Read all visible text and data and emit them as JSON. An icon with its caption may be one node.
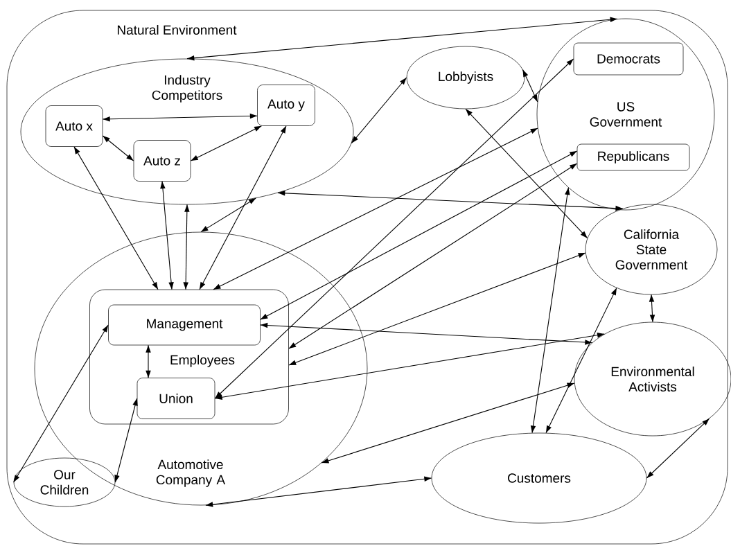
{
  "diagram": {
    "nodes": [
      {
        "text": [
          "Natural Environment"
        ]
      },
      {
        "text": [
          "Industry Competitors"
        ],
        "in": 0
      },
      {
        "text": [
          "Auto x"
        ],
        "in": 1
      },
      {
        "text": [
          "Auto y"
        ],
        "in": 1
      },
      {
        "text": [
          "Auto z"
        ],
        "in": 1
      },
      {
        "text": [
          "Lobbyists"
        ],
        "in": 0
      },
      {
        "text": [
          "US Government"
        ],
        "in": 0
      },
      {
        "text": [
          "Democrats"
        ],
        "in": 6
      },
      {
        "text": [
          "Republicans"
        ],
        "in": 6
      },
      {
        "text": [
          "California State Government"
        ],
        "in": 0
      },
      {
        "text": [
          "Automotive Company A"
        ],
        "in": 0
      },
      {
        "text": [
          "Employees"
        ],
        "in": 10
      },
      {
        "text": [
          "Management"
        ],
        "in": 11
      },
      {
        "text": [
          "Union"
        ],
        "in": 11
      },
      {
        "text": [
          "Environmental Activists"
        ],
        "in": 0
      },
      {
        "text": [
          "Our Children"
        ],
        "in": 0
      },
      {
        "text": [
          "Customers"
        ],
        "in": 0
      }
    ],
    "edges": [
      {
        "from": 6,
        "to": 1,
        "arrow": "both"
      },
      {
        "from": 2,
        "to": 3,
        "arrow": "both"
      },
      {
        "from": 2,
        "to": 4,
        "arrow": "both"
      },
      {
        "from": 3,
        "to": 4,
        "arrow": "both"
      },
      {
        "from": 1,
        "to": 5,
        "arrow": "both"
      },
      {
        "from": 5,
        "to": 6,
        "arrow": "both"
      },
      {
        "from": 5,
        "to": 9,
        "arrow": "both"
      },
      {
        "from": 10,
        "to": 1,
        "arrow": "both"
      },
      {
        "from": 1,
        "to": 9,
        "arrow": "both"
      },
      {
        "from": 11,
        "to": 2,
        "arrow": "both"
      },
      {
        "from": 11,
        "to": 4,
        "arrow": "both"
      },
      {
        "from": 11,
        "to": 1,
        "arrow": "both"
      },
      {
        "from": 11,
        "to": 3,
        "arrow": "both"
      },
      {
        "from": 11,
        "to": 6,
        "arrow": "both"
      },
      {
        "from": 7,
        "to": 13,
        "arrow": "both"
      },
      {
        "from": 12,
        "to": 8,
        "arrow": "both"
      },
      {
        "from": 11,
        "to": 8,
        "arrow": "both"
      },
      {
        "from": 11,
        "to": 9,
        "arrow": "both"
      },
      {
        "from": 12,
        "to": 14,
        "arrow": "both"
      },
      {
        "from": 13,
        "to": 14,
        "arrow": "both"
      },
      {
        "from": 12,
        "to": 13,
        "arrow": "both"
      },
      {
        "from": 10,
        "to": 14,
        "arrow": "both"
      },
      {
        "from": 10,
        "to": 16,
        "arrow": "both"
      },
      {
        "from": 16,
        "to": 14,
        "arrow": "both"
      },
      {
        "from": 6,
        "to": 16,
        "arrow": "both"
      },
      {
        "from": 9,
        "to": 16,
        "arrow": "both"
      },
      {
        "from": 9,
        "to": 14,
        "arrow": "both"
      },
      {
        "from": 15,
        "to": 12,
        "arrow": "both"
      },
      {
        "from": 15,
        "to": 13,
        "arrow": "both"
      }
    ]
  }
}
